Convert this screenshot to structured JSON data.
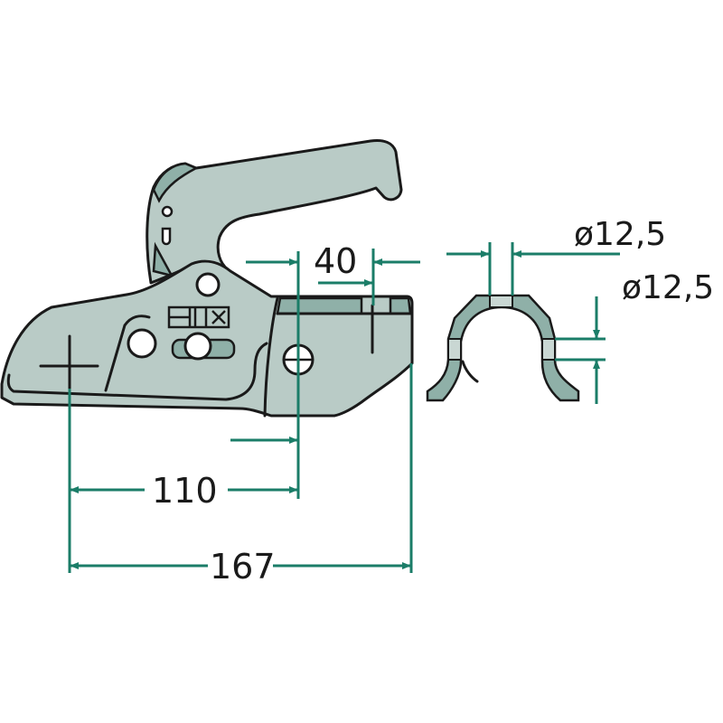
{
  "dimensions": {
    "overall_length": "167",
    "pin_to_hole": "110",
    "hole_to_front": "40",
    "clip_width_diameter": "ø12,5",
    "clip_height_diameter": "ø12,5"
  },
  "colors": {
    "body": "#b9cbc6",
    "shade": "#8fb0a8",
    "dimension": "#1b7d68"
  }
}
